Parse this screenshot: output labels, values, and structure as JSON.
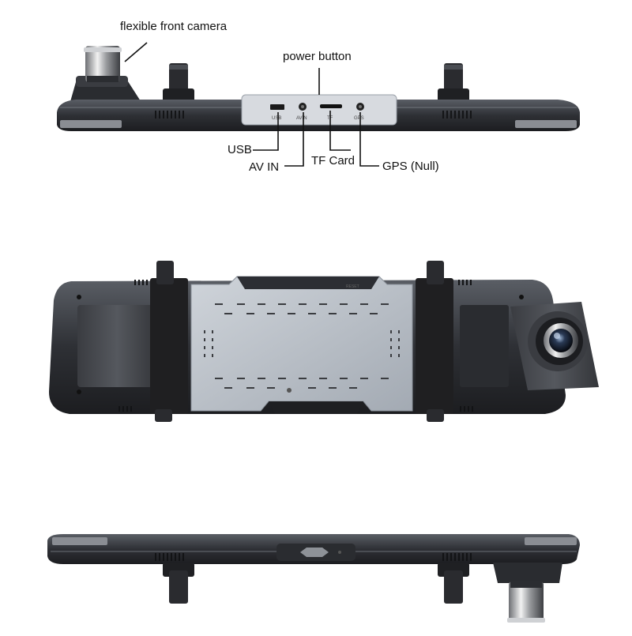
{
  "callouts": {
    "front_camera": "flexible front camera",
    "power_button": "power button",
    "usb": "USB",
    "av_in": "AV IN",
    "tf_card": "TF Card",
    "gps": "GPS (Null)"
  },
  "port_labels": {
    "usb": "USB",
    "avin": "AVIN",
    "tf": "TF",
    "gps": "GPS"
  },
  "back_panel": {
    "reset_label": "RESET"
  },
  "colors": {
    "body_dark": "#2b2d31",
    "body_mid": "#4a4d53",
    "panel_metal": "#b9bfc7",
    "strap": "#222222",
    "leader_line": "#111111"
  }
}
